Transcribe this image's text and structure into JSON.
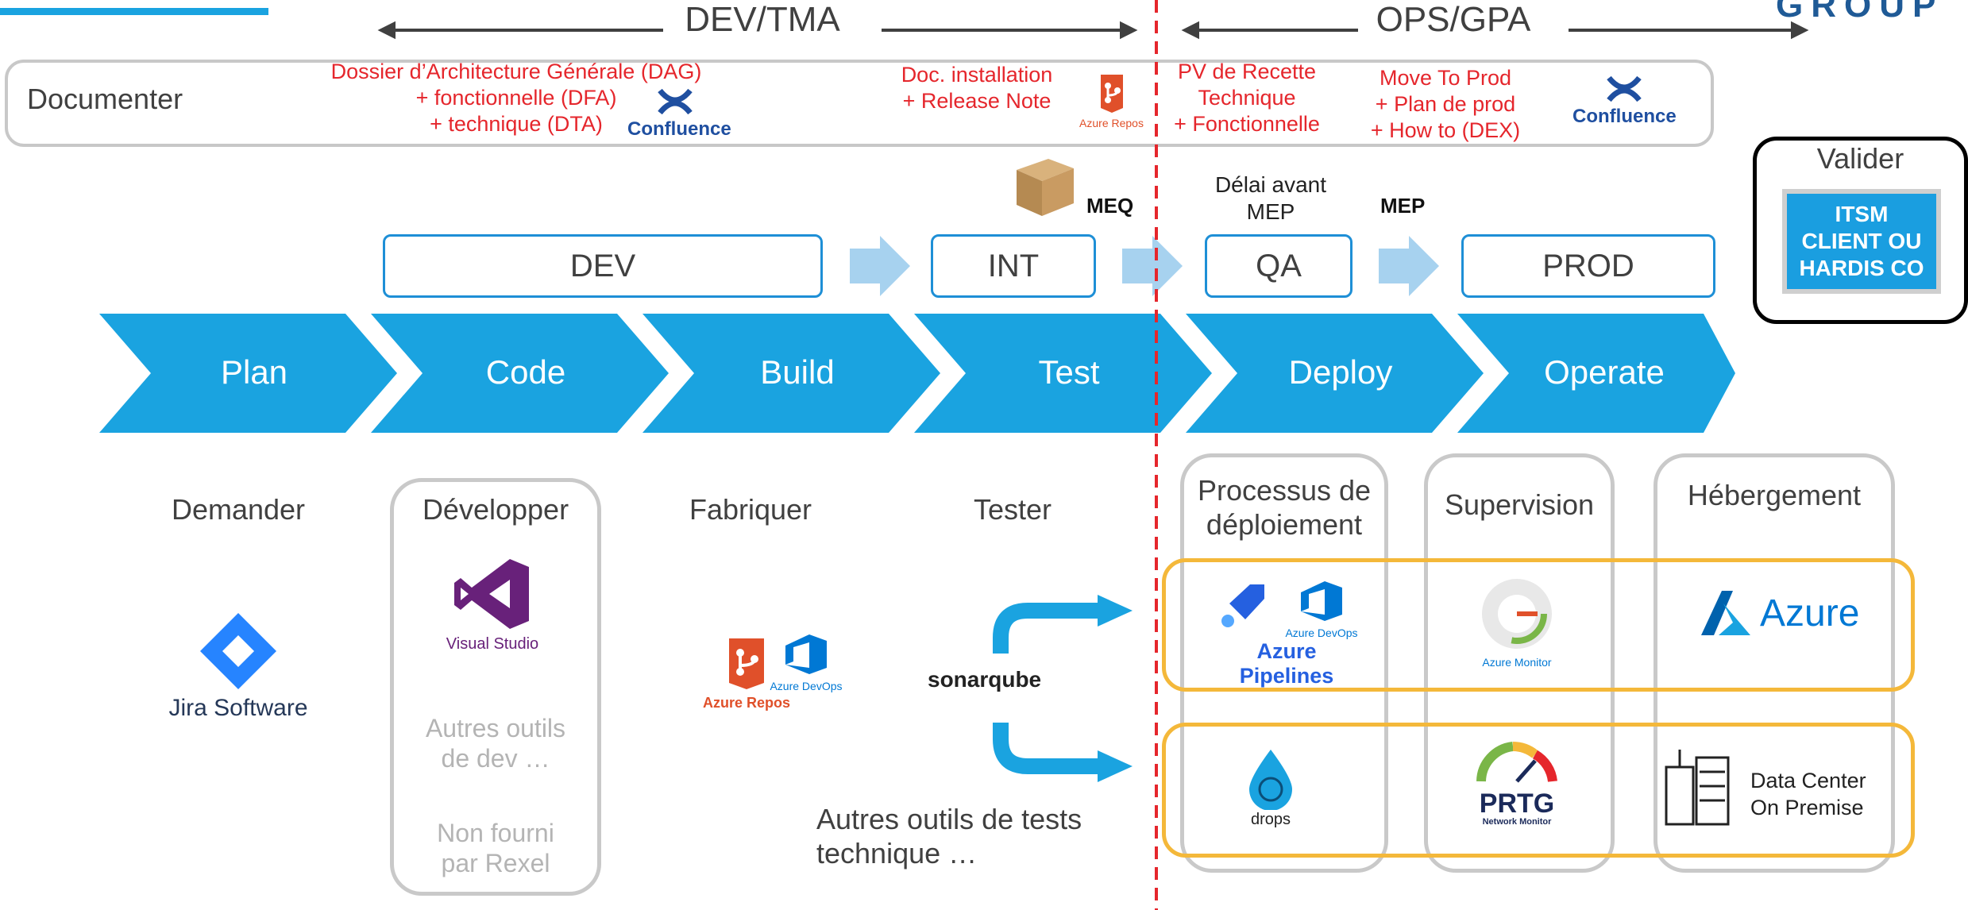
{
  "logo": "GROUP",
  "phases": {
    "dev": "DEV/TMA",
    "ops": "OPS/GPA"
  },
  "documenter": {
    "label": "Documenter",
    "dev_docs": [
      "Dossier d’Architecture Générale (DAG)",
      "+ fonctionnelle (DFA)",
      "+ technique (DTA)"
    ],
    "install_docs": [
      "Doc. installation",
      "+ Release Note"
    ],
    "recette_docs": [
      "PV de Recette",
      "Technique",
      "+ Fonctionnelle"
    ],
    "prod_docs": [
      "Move To Prod",
      "+ Plan de prod",
      "+ How to (DEX)"
    ],
    "confluence": "Confluence",
    "azure_repos": "Azure Repos"
  },
  "milestones": {
    "meq": "MEQ",
    "delai": [
      "Délai avant",
      "MEP"
    ],
    "mep": "MEP"
  },
  "environments": [
    "DEV",
    "INT",
    "QA",
    "PROD"
  ],
  "stages": [
    "Plan",
    "Code",
    "Build",
    "Test",
    "Deploy",
    "Operate"
  ],
  "valider": {
    "label": "Valider",
    "itsm": [
      "ITSM",
      "CLIENT OU",
      "HARDIS CO"
    ]
  },
  "columns": {
    "demander": "Demander",
    "developper": "Développer",
    "fabriquer": "Fabriquer",
    "tester": "Tester",
    "deploiement": [
      "Processus de",
      "déploiement"
    ],
    "supervision": "Supervision",
    "hebergement": "Hébergement"
  },
  "tools": {
    "jira": "Jira Software",
    "visual_studio": "Visual Studio",
    "autres_dev": [
      "Autres outils",
      "de dev …"
    ],
    "non_fourni": [
      "Non fourni",
      "par Rexel"
    ],
    "azure_repos": "Azure Repos",
    "azure_devops": "Azure DevOps",
    "sonar": "sonarqube",
    "autres_tests": [
      "Autres outils de tests",
      "technique …"
    ],
    "azure_pipelines": "Azure Pipelines",
    "azure_monitor": "Azure Monitor",
    "azure": "Azure",
    "drops": "drops",
    "prtg": "PRTG",
    "prtg_sub": "Network Monitor",
    "datacenter": [
      "Data Center",
      "On Premise"
    ]
  },
  "colors": {
    "accent": "#1aa3e0",
    "red": "#e5262c",
    "band": "#f4b83a",
    "box": "#c9c9c9"
  }
}
